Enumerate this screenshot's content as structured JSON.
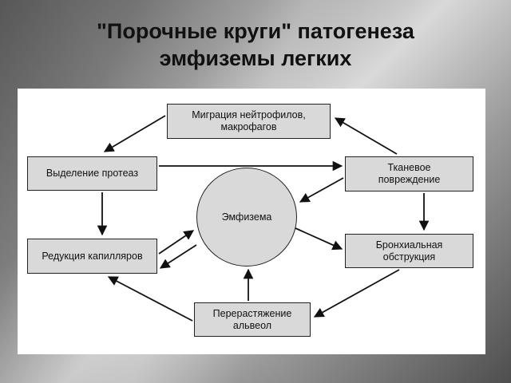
{
  "title": {
    "line1": "\"Порочные круги\" патогенеза",
    "line2": "эмфиземы легких"
  },
  "diagram": {
    "nodes": {
      "migration": "Миграция нейтрофилов, макрофагов",
      "protease": "Выделение протеаз",
      "damage": "Тканевое повреждение",
      "emphysema": "Эмфизема",
      "capillary": "Редукция капилляров",
      "bronchial": "Бронхиальная обструкция",
      "overstretch": "Перерастяжение альвеол"
    }
  }
}
